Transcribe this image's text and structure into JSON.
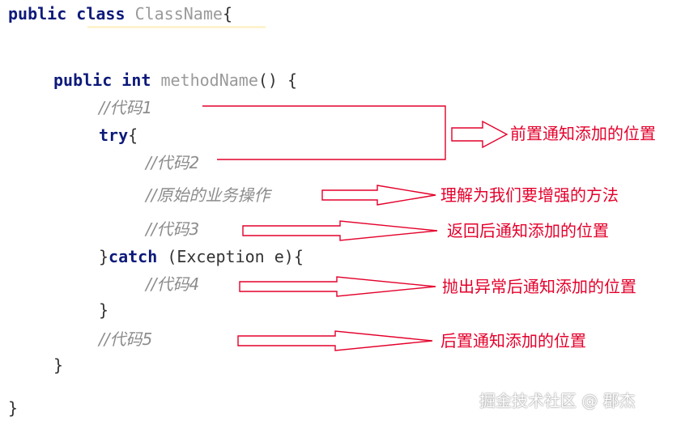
{
  "code": {
    "line1": {
      "kw1": "public",
      "kw2": "class",
      "name": "ClassName",
      "brace": "{"
    },
    "line2": {
      "kw1": "public",
      "kw2": "int",
      "name": "methodName",
      "parens": "()",
      "brace": "{"
    },
    "comment1": "//代码1",
    "try_line": {
      "kw": "try",
      "brace": "{"
    },
    "comment2": "//代码2",
    "comment_original": "//原始的业务操作",
    "comment3": "//代码3",
    "catch_line": {
      "open": "}",
      "kw": "catch",
      "rest": "(Exception e){"
    },
    "comment4": "//代码4",
    "close_catch": "}",
    "comment5": "//代码5",
    "close_method": "}",
    "close_class": "}"
  },
  "annotations": {
    "before": "前置通知添加的位置",
    "enhanced_method": "理解为我们要增强的方法",
    "after_returning": "返回后通知添加的位置",
    "after_throwing": "抛出异常后通知添加的位置",
    "after": "后置通知添加的位置"
  },
  "watermark": "掘金技术社区 @ 郡杰",
  "colors": {
    "annotation": "#e4002b",
    "keyword": "#0d1a7a",
    "identifier": "#9a9a9a",
    "comment": "#8c8c8c"
  }
}
